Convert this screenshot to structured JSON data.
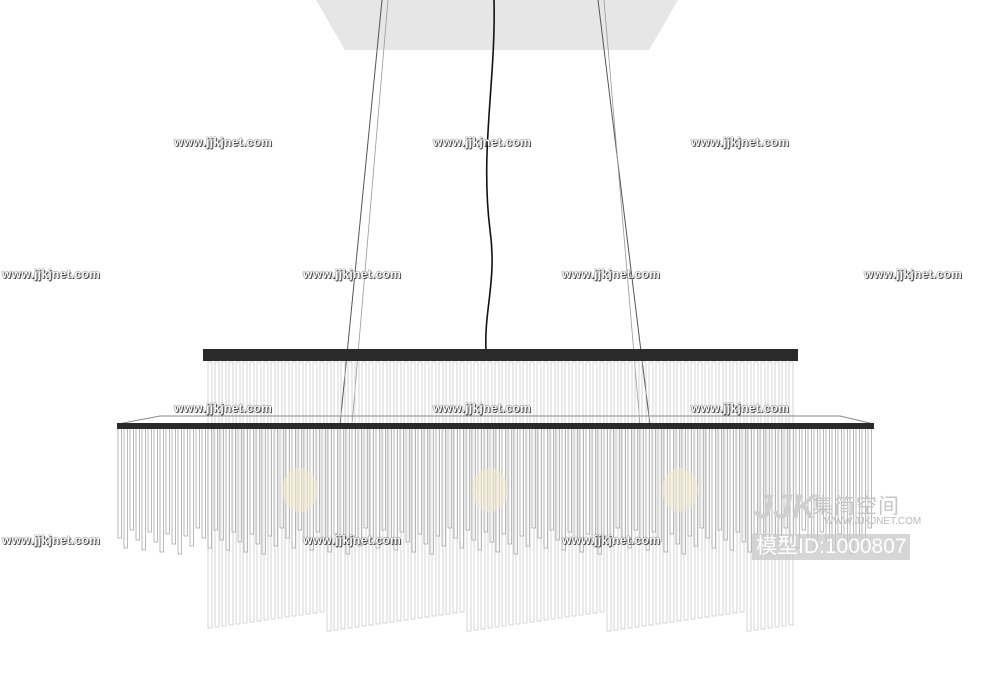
{
  "watermark": {
    "text": "www.jjkjnet.com"
  },
  "logo": {
    "mark": "JJK",
    "name_cn": "集简空间",
    "url": "WWW.JJKJNET.COM",
    "model_id": "模型ID:1000807"
  },
  "colors": {
    "background": "#ffffff",
    "canopy": "#e6e6e6",
    "frame": "#2a2a2a",
    "crystal": "#bfbfbf"
  }
}
